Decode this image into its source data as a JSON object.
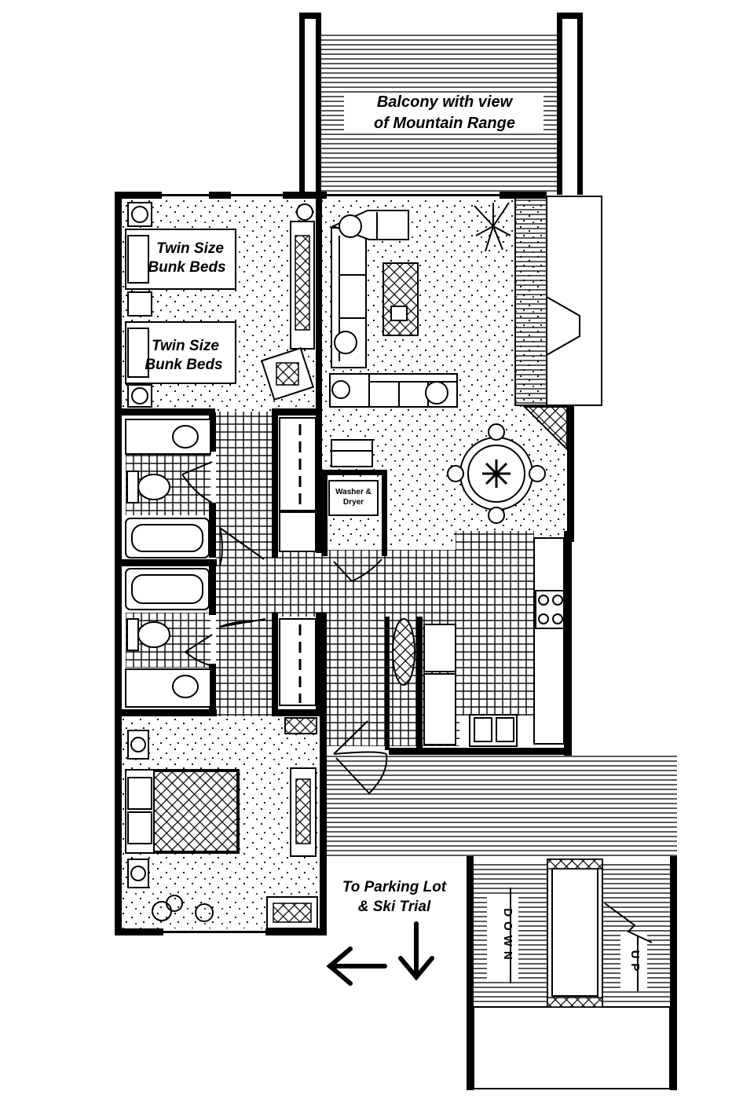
{
  "labels": {
    "balcony_line1": "Balcony with view",
    "balcony_line2": "of Mountain Range",
    "bunk_top_line1": "Twin Size",
    "bunk_top_line2": "Bunk Beds",
    "bunk_bottom_line1": "Twin Size",
    "bunk_bottom_line2": "Bunk Beds",
    "washer_line1": "Washer &",
    "washer_line2": "Dryer",
    "parking_line1": "To Parking Lot",
    "parking_line2": "& Ski Trial",
    "stairs_down": "DOWN",
    "stairs_up": "UP"
  },
  "icons": [
    "left-arrow-icon",
    "down-arrow-icon",
    "plant-icon",
    "table-icon",
    "stove-icon",
    "sink-icon",
    "toilet-icon",
    "bathtub-icon",
    "bed-icon",
    "sofa-icon",
    "chair-icon"
  ]
}
